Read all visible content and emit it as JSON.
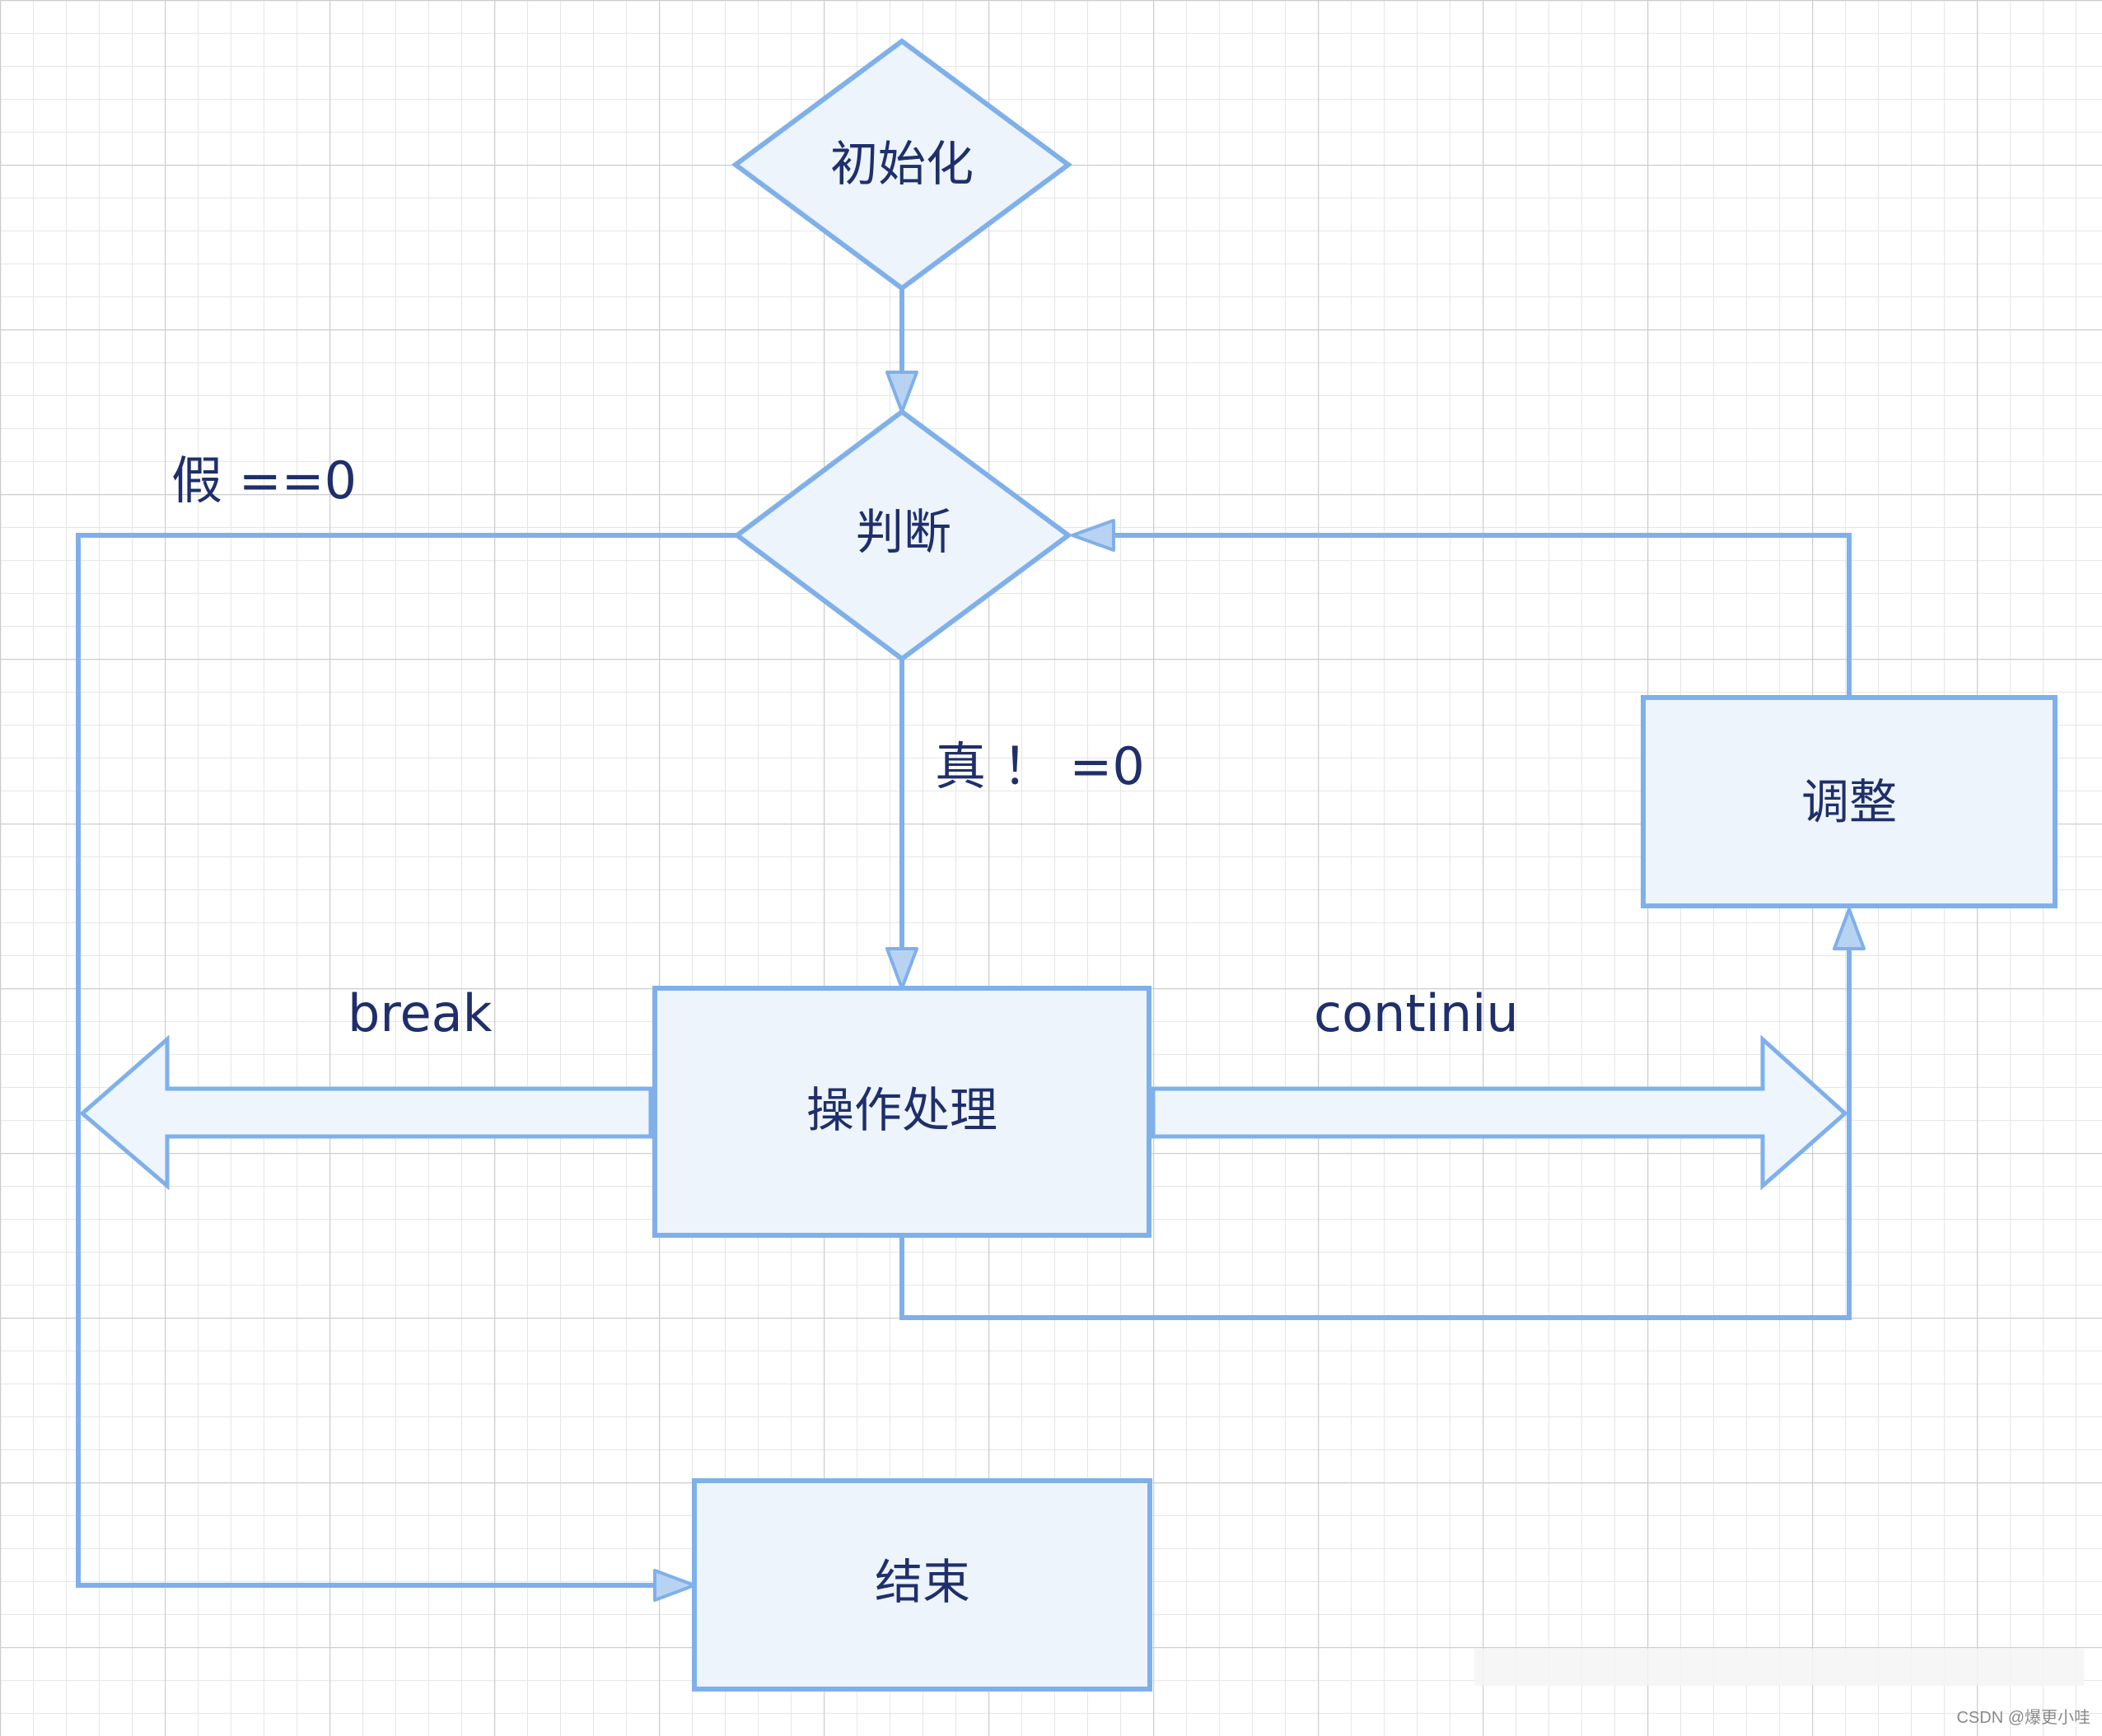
{
  "nodes": {
    "init": "初始化",
    "judge": "判断",
    "process": "操作处理",
    "adjust": "调整",
    "end": "结束"
  },
  "edges": {
    "false_label": "假 ==0",
    "true_label": "真 ！ =0",
    "break_label": "break",
    "continue_label": "continiu"
  },
  "watermark": "CSDN @爆更小哇",
  "colors": {
    "stroke": "#7fb0ea",
    "fill": "#edf4fc",
    "text": "#1f2f6b",
    "grid_minor": "#e4e4e4",
    "grid_major": "#c9c9c9"
  }
}
